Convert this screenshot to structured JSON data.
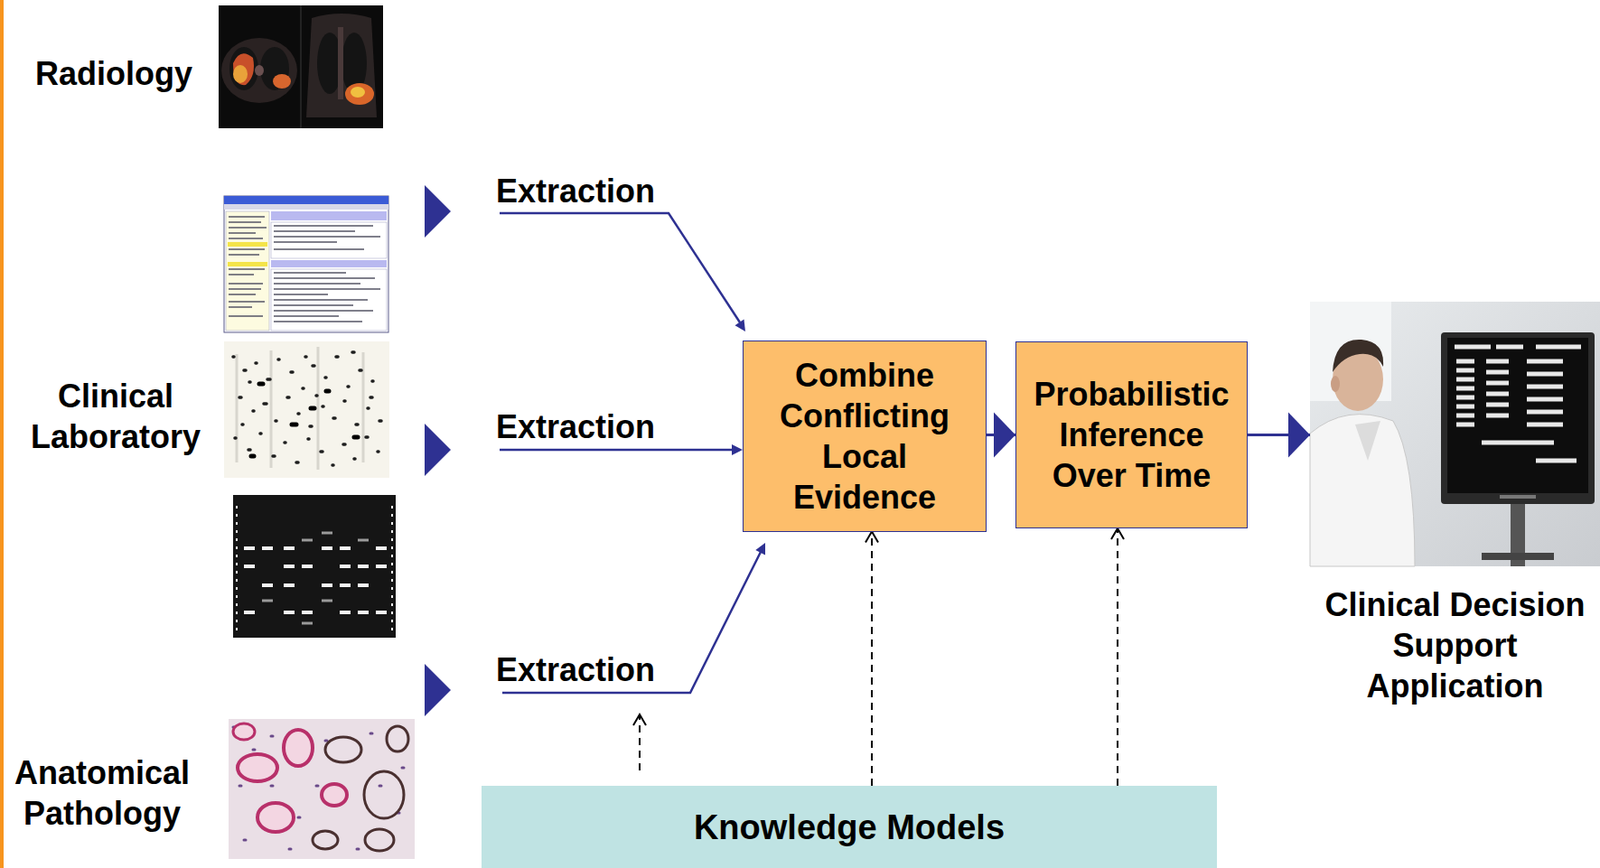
{
  "diagram": {
    "nodes": [
      {
        "text": [
          "Combine Conflicting Local Evidence"
        ]
      },
      {
        "text": [
          "Probabilistic Inference Over Time"
        ]
      },
      {
        "text": [
          "Clinical Decision Support Application"
        ]
      },
      {
        "text": [
          "Knowledge Models"
        ]
      }
    ],
    "edges": [
      {
        "from": 0,
        "to": 1,
        "arrow": "to"
      },
      {
        "from": 1,
        "to": 2,
        "arrow": "to"
      },
      {
        "from": 3,
        "to": 0,
        "arrow": "to"
      },
      {
        "from": 3,
        "to": 1,
        "arrow": "to"
      }
    ],
    "labels": [
      "Radiology",
      "Clinical Laboratory",
      "Anatomical Pathology",
      "Extraction",
      "Extraction",
      "Extraction"
    ]
  }
}
